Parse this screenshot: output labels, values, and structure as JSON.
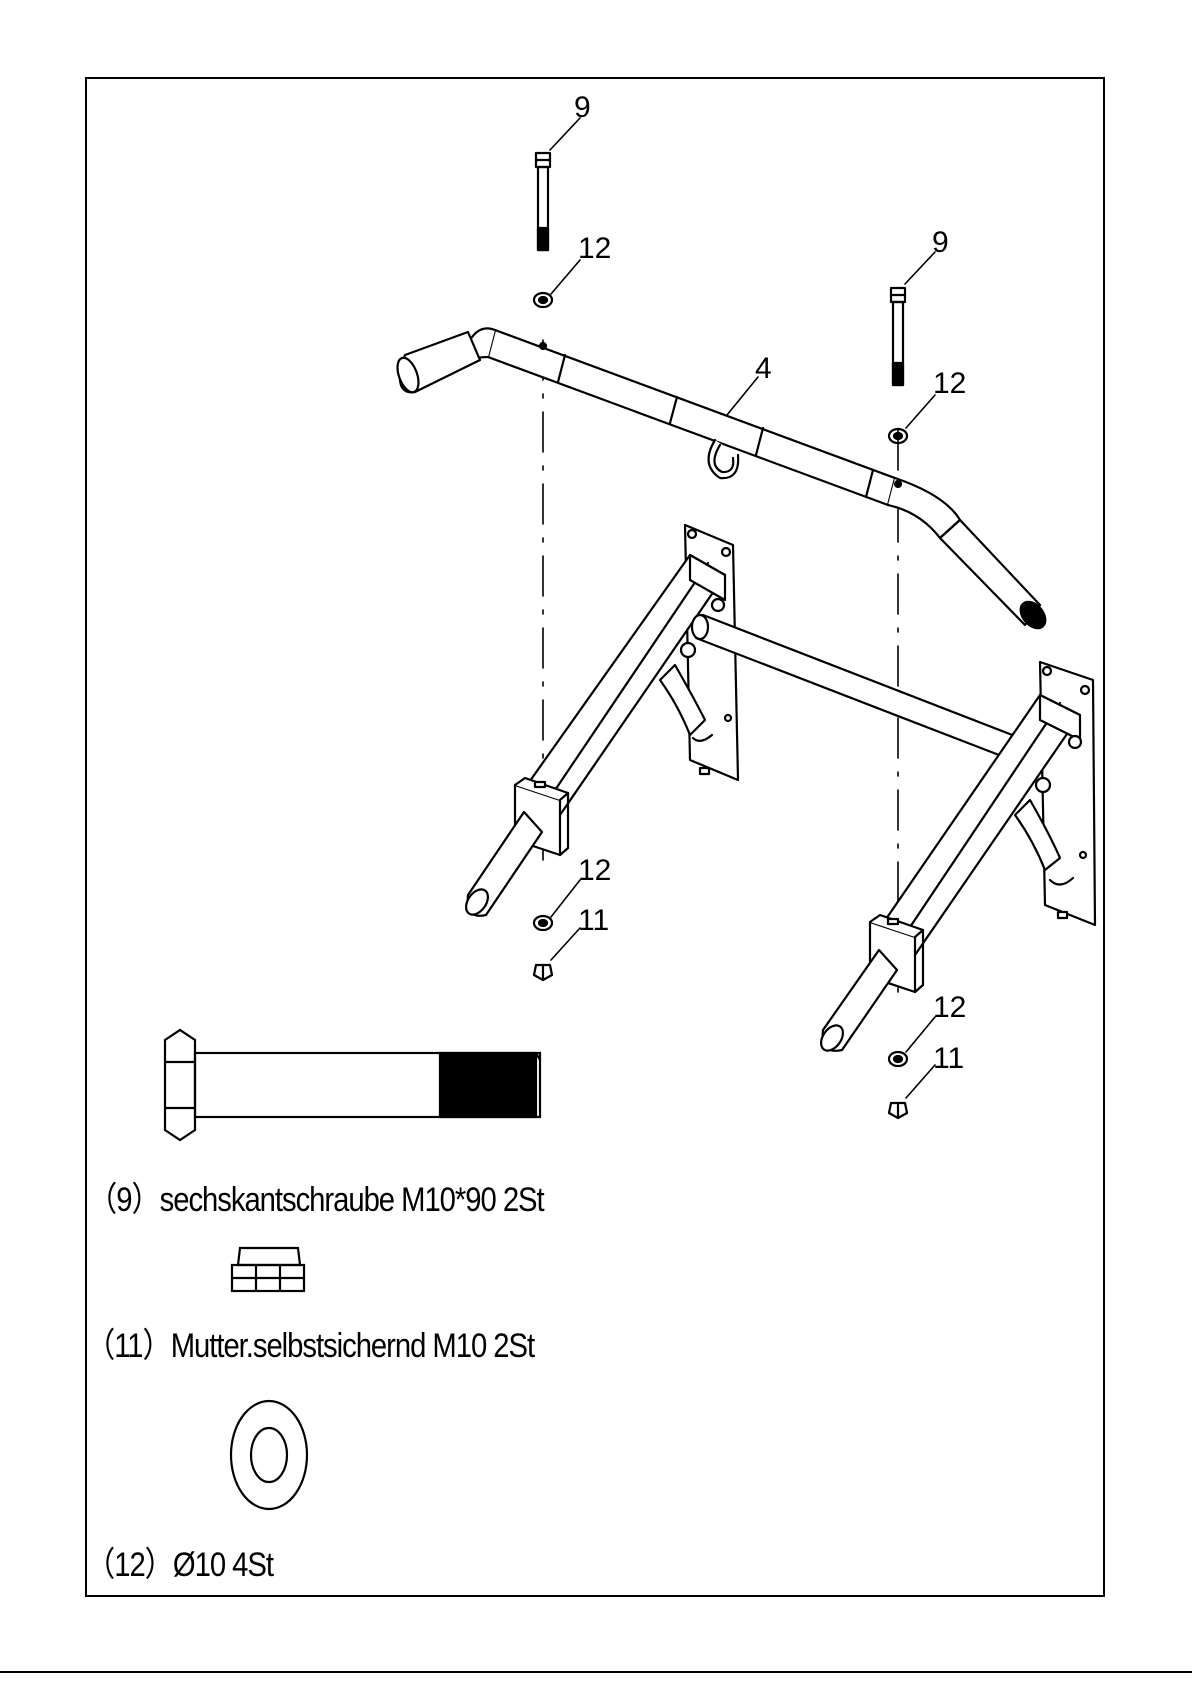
{
  "callouts": {
    "bolt_left": "9",
    "washer_left_top": "12",
    "bolt_right": "9",
    "washer_right_top": "12",
    "bar": "4",
    "washer_left_bottom": "12",
    "nut_left": "11",
    "washer_right_bottom": "12",
    "nut_right": "11"
  },
  "legend": {
    "bolt": "（9）sechskantschraube M10*90 2St",
    "nut": "（11）Mutter.selbstsichernd M10 2St",
    "washer": "（12）Ø10 4St"
  }
}
